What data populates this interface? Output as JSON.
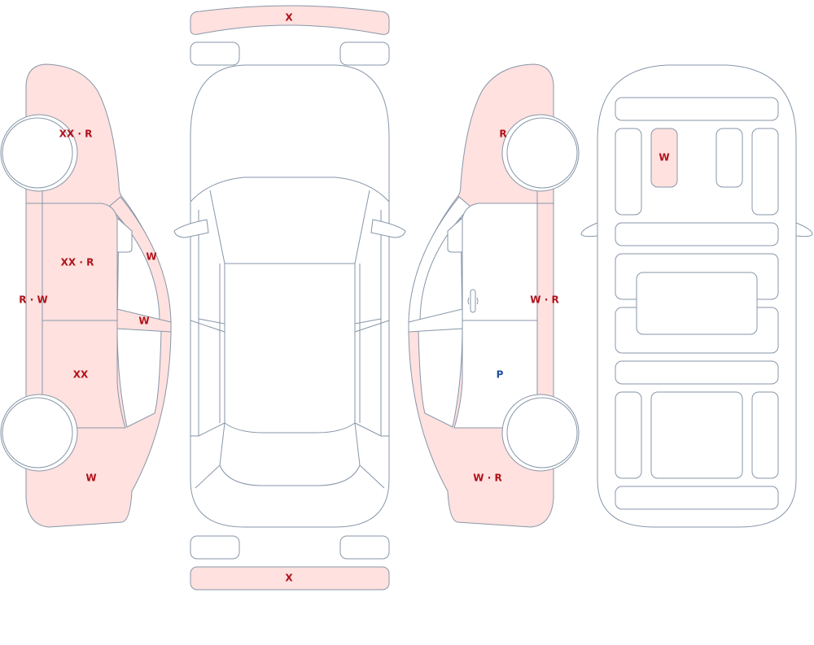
{
  "colors": {
    "damaged_fill": "#ffe1df",
    "outline": "#8796a8",
    "code_red": "#b0121b",
    "code_blue": "#1f4fa0"
  },
  "views": {
    "top": {
      "front_bumper": "X",
      "rear_bumper": "X"
    },
    "left_side": {
      "front_fender": "XX · R",
      "front_door": "XX · R",
      "a_pillar": "W",
      "front_window_lower": "W",
      "rocker": "R · W",
      "rear_door": "XX",
      "rear_quarter": "W"
    },
    "right_side": {
      "front_fender": "R",
      "rocker": "W · R",
      "rear_door": "P",
      "rear_quarter": "W · R"
    },
    "underbody": {
      "front_panel": "W"
    }
  }
}
